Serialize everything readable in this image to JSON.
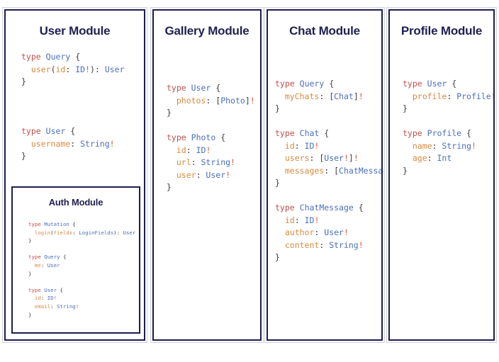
{
  "page": {
    "background": "#ffffff",
    "title_color": "#1f2050",
    "border_color": "#1c1d4e",
    "syntax_colors": {
      "keyword": "#c0504d",
      "type_name": "#4a6fbf",
      "field_name": "#d98a3f",
      "punctuation": "#3b3b46",
      "bang": "#d4573c"
    }
  },
  "modules": [
    {
      "id": "user",
      "title": "User Module",
      "code_lines": [
        [
          {
            "t": "type",
            "c": "kw"
          },
          {
            "t": " ",
            "c": "pun"
          },
          {
            "t": "Query",
            "c": "tp"
          },
          {
            "t": " {",
            "c": "pun"
          }
        ],
        [
          {
            "t": "  ",
            "c": "pun"
          },
          {
            "t": "user",
            "c": "fld"
          },
          {
            "t": "(",
            "c": "pun"
          },
          {
            "t": "id",
            "c": "fld"
          },
          {
            "t": ": ",
            "c": "pun"
          },
          {
            "t": "ID",
            "c": "tp"
          },
          {
            "t": "!",
            "c": "bang"
          },
          {
            "t": ")",
            "c": "pun"
          },
          {
            "t": ": ",
            "c": "pun"
          },
          {
            "t": "User",
            "c": "tp"
          }
        ],
        [
          {
            "t": "}",
            "c": "pun"
          }
        ],
        [
          {
            "t": "",
            "c": "pun"
          }
        ],
        [
          {
            "t": "",
            "c": "pun"
          }
        ],
        [
          {
            "t": "",
            "c": "pun"
          }
        ],
        [
          {
            "t": "type",
            "c": "kw"
          },
          {
            "t": " ",
            "c": "pun"
          },
          {
            "t": "User",
            "c": "tp"
          },
          {
            "t": " {",
            "c": "pun"
          }
        ],
        [
          {
            "t": "  ",
            "c": "pun"
          },
          {
            "t": "username",
            "c": "fld"
          },
          {
            "t": ": ",
            "c": "pun"
          },
          {
            "t": "String",
            "c": "tp"
          },
          {
            "t": "!",
            "c": "bang"
          }
        ],
        [
          {
            "t": "}",
            "c": "pun"
          }
        ]
      ],
      "subcard": {
        "id": "auth",
        "title": "Auth Module",
        "code_lines": [
          [
            {
              "t": "type",
              "c": "kw"
            },
            {
              "t": " ",
              "c": "pun"
            },
            {
              "t": "Mutation",
              "c": "tp"
            },
            {
              "t": " {",
              "c": "pun"
            }
          ],
          [
            {
              "t": "  ",
              "c": "pun"
            },
            {
              "t": "login",
              "c": "fld"
            },
            {
              "t": "(",
              "c": "pun"
            },
            {
              "t": "fields",
              "c": "fld"
            },
            {
              "t": ": ",
              "c": "pun"
            },
            {
              "t": "LoginFields",
              "c": "tp"
            },
            {
              "t": ")",
              "c": "pun"
            },
            {
              "t": ": ",
              "c": "pun"
            },
            {
              "t": "User",
              "c": "tp"
            }
          ],
          [
            {
              "t": "}",
              "c": "pun"
            }
          ],
          [
            {
              "t": "",
              "c": "pun"
            }
          ],
          [
            {
              "t": "type",
              "c": "kw"
            },
            {
              "t": " ",
              "c": "pun"
            },
            {
              "t": "Query",
              "c": "tp"
            },
            {
              "t": " {",
              "c": "pun"
            }
          ],
          [
            {
              "t": "  ",
              "c": "pun"
            },
            {
              "t": "me",
              "c": "fld"
            },
            {
              "t": ": ",
              "c": "pun"
            },
            {
              "t": "User",
              "c": "tp"
            }
          ],
          [
            {
              "t": "}",
              "c": "pun"
            }
          ],
          [
            {
              "t": "",
              "c": "pun"
            }
          ],
          [
            {
              "t": "type",
              "c": "kw"
            },
            {
              "t": " ",
              "c": "pun"
            },
            {
              "t": "User",
              "c": "tp"
            },
            {
              "t": " {",
              "c": "pun"
            }
          ],
          [
            {
              "t": "  ",
              "c": "pun"
            },
            {
              "t": "id",
              "c": "fld"
            },
            {
              "t": ": ",
              "c": "pun"
            },
            {
              "t": "ID",
              "c": "tp"
            },
            {
              "t": "!",
              "c": "bang"
            }
          ],
          [
            {
              "t": "  ",
              "c": "pun"
            },
            {
              "t": "email",
              "c": "fld"
            },
            {
              "t": ": ",
              "c": "pun"
            },
            {
              "t": "String",
              "c": "tp"
            },
            {
              "t": "!",
              "c": "bang"
            }
          ],
          [
            {
              "t": "}",
              "c": "pun"
            }
          ]
        ]
      }
    },
    {
      "id": "gallery",
      "title": "Gallery Module",
      "code_lines": [
        [
          {
            "t": "type",
            "c": "kw"
          },
          {
            "t": " ",
            "c": "pun"
          },
          {
            "t": "User",
            "c": "tp"
          },
          {
            "t": " {",
            "c": "pun"
          }
        ],
        [
          {
            "t": "  ",
            "c": "pun"
          },
          {
            "t": "photos",
            "c": "fld"
          },
          {
            "t": ": ",
            "c": "pun"
          },
          {
            "t": "[",
            "c": "pun"
          },
          {
            "t": "Photo",
            "c": "tp"
          },
          {
            "t": "]",
            "c": "pun"
          },
          {
            "t": "!",
            "c": "bang"
          }
        ],
        [
          {
            "t": "}",
            "c": "pun"
          }
        ],
        [
          {
            "t": "",
            "c": "pun"
          }
        ],
        [
          {
            "t": "type",
            "c": "kw"
          },
          {
            "t": " ",
            "c": "pun"
          },
          {
            "t": "Photo",
            "c": "tp"
          },
          {
            "t": " {",
            "c": "pun"
          }
        ],
        [
          {
            "t": "  ",
            "c": "pun"
          },
          {
            "t": "id",
            "c": "fld"
          },
          {
            "t": ": ",
            "c": "pun"
          },
          {
            "t": "ID",
            "c": "tp"
          },
          {
            "t": "!",
            "c": "bang"
          }
        ],
        [
          {
            "t": "  ",
            "c": "pun"
          },
          {
            "t": "url",
            "c": "fld"
          },
          {
            "t": ": ",
            "c": "pun"
          },
          {
            "t": "String",
            "c": "tp"
          },
          {
            "t": "!",
            "c": "bang"
          }
        ],
        [
          {
            "t": "  ",
            "c": "pun"
          },
          {
            "t": "user",
            "c": "fld"
          },
          {
            "t": ": ",
            "c": "pun"
          },
          {
            "t": "User",
            "c": "tp"
          },
          {
            "t": "!",
            "c": "bang"
          }
        ],
        [
          {
            "t": "}",
            "c": "pun"
          }
        ]
      ]
    },
    {
      "id": "chat",
      "title": "Chat Module",
      "code_lines": [
        [
          {
            "t": "type",
            "c": "kw"
          },
          {
            "t": " ",
            "c": "pun"
          },
          {
            "t": "Query",
            "c": "tp"
          },
          {
            "t": " {",
            "c": "pun"
          }
        ],
        [
          {
            "t": "  ",
            "c": "pun"
          },
          {
            "t": "myChats",
            "c": "fld"
          },
          {
            "t": ": ",
            "c": "pun"
          },
          {
            "t": "[",
            "c": "pun"
          },
          {
            "t": "Chat",
            "c": "tp"
          },
          {
            "t": "]",
            "c": "pun"
          },
          {
            "t": "!",
            "c": "bang"
          }
        ],
        [
          {
            "t": "}",
            "c": "pun"
          }
        ],
        [
          {
            "t": "",
            "c": "pun"
          }
        ],
        [
          {
            "t": "type",
            "c": "kw"
          },
          {
            "t": " ",
            "c": "pun"
          },
          {
            "t": "Chat",
            "c": "tp"
          },
          {
            "t": " {",
            "c": "pun"
          }
        ],
        [
          {
            "t": "  ",
            "c": "pun"
          },
          {
            "t": "id",
            "c": "fld"
          },
          {
            "t": ": ",
            "c": "pun"
          },
          {
            "t": "ID",
            "c": "tp"
          },
          {
            "t": "!",
            "c": "bang"
          }
        ],
        [
          {
            "t": "  ",
            "c": "pun"
          },
          {
            "t": "users",
            "c": "fld"
          },
          {
            "t": ": ",
            "c": "pun"
          },
          {
            "t": "[",
            "c": "pun"
          },
          {
            "t": "User",
            "c": "tp"
          },
          {
            "t": "!",
            "c": "bang"
          },
          {
            "t": "]",
            "c": "pun"
          },
          {
            "t": "!",
            "c": "bang"
          }
        ],
        [
          {
            "t": "  ",
            "c": "pun"
          },
          {
            "t": "messages",
            "c": "fld"
          },
          {
            "t": ": ",
            "c": "pun"
          },
          {
            "t": "[",
            "c": "pun"
          },
          {
            "t": "ChatMessage",
            "c": "tp"
          },
          {
            "t": "]",
            "c": "pun"
          },
          {
            "t": "!",
            "c": "bang"
          }
        ],
        [
          {
            "t": "}",
            "c": "pun"
          }
        ],
        [
          {
            "t": "",
            "c": "pun"
          }
        ],
        [
          {
            "t": "type",
            "c": "kw"
          },
          {
            "t": " ",
            "c": "pun"
          },
          {
            "t": "ChatMessage",
            "c": "tp"
          },
          {
            "t": " {",
            "c": "pun"
          }
        ],
        [
          {
            "t": "  ",
            "c": "pun"
          },
          {
            "t": "id",
            "c": "fld"
          },
          {
            "t": ": ",
            "c": "pun"
          },
          {
            "t": "ID",
            "c": "tp"
          },
          {
            "t": "!",
            "c": "bang"
          }
        ],
        [
          {
            "t": "  ",
            "c": "pun"
          },
          {
            "t": "author",
            "c": "fld"
          },
          {
            "t": ": ",
            "c": "pun"
          },
          {
            "t": "User",
            "c": "tp"
          },
          {
            "t": "!",
            "c": "bang"
          }
        ],
        [
          {
            "t": "  ",
            "c": "pun"
          },
          {
            "t": "content",
            "c": "fld"
          },
          {
            "t": ": ",
            "c": "pun"
          },
          {
            "t": "String",
            "c": "tp"
          },
          {
            "t": "!",
            "c": "bang"
          }
        ],
        [
          {
            "t": "}",
            "c": "pun"
          }
        ]
      ]
    },
    {
      "id": "profile",
      "title": "Profile Module",
      "code_lines": [
        [
          {
            "t": "type",
            "c": "kw"
          },
          {
            "t": " ",
            "c": "pun"
          },
          {
            "t": "User",
            "c": "tp"
          },
          {
            "t": " {",
            "c": "pun"
          }
        ],
        [
          {
            "t": "  ",
            "c": "pun"
          },
          {
            "t": "profile",
            "c": "fld"
          },
          {
            "t": ": ",
            "c": "pun"
          },
          {
            "t": "Profile",
            "c": "tp"
          },
          {
            "t": "!",
            "c": "bang"
          }
        ],
        [
          {
            "t": "}",
            "c": "pun"
          }
        ],
        [
          {
            "t": "",
            "c": "pun"
          }
        ],
        [
          {
            "t": "type",
            "c": "kw"
          },
          {
            "t": " ",
            "c": "pun"
          },
          {
            "t": "Profile",
            "c": "tp"
          },
          {
            "t": " {",
            "c": "pun"
          }
        ],
        [
          {
            "t": "  ",
            "c": "pun"
          },
          {
            "t": "name",
            "c": "fld"
          },
          {
            "t": ": ",
            "c": "pun"
          },
          {
            "t": "String",
            "c": "tp"
          },
          {
            "t": "!",
            "c": "bang"
          }
        ],
        [
          {
            "t": "  ",
            "c": "pun"
          },
          {
            "t": "age",
            "c": "fld"
          },
          {
            "t": ": ",
            "c": "pun"
          },
          {
            "t": "Int",
            "c": "tp"
          }
        ],
        [
          {
            "t": "}",
            "c": "pun"
          }
        ]
      ]
    }
  ]
}
